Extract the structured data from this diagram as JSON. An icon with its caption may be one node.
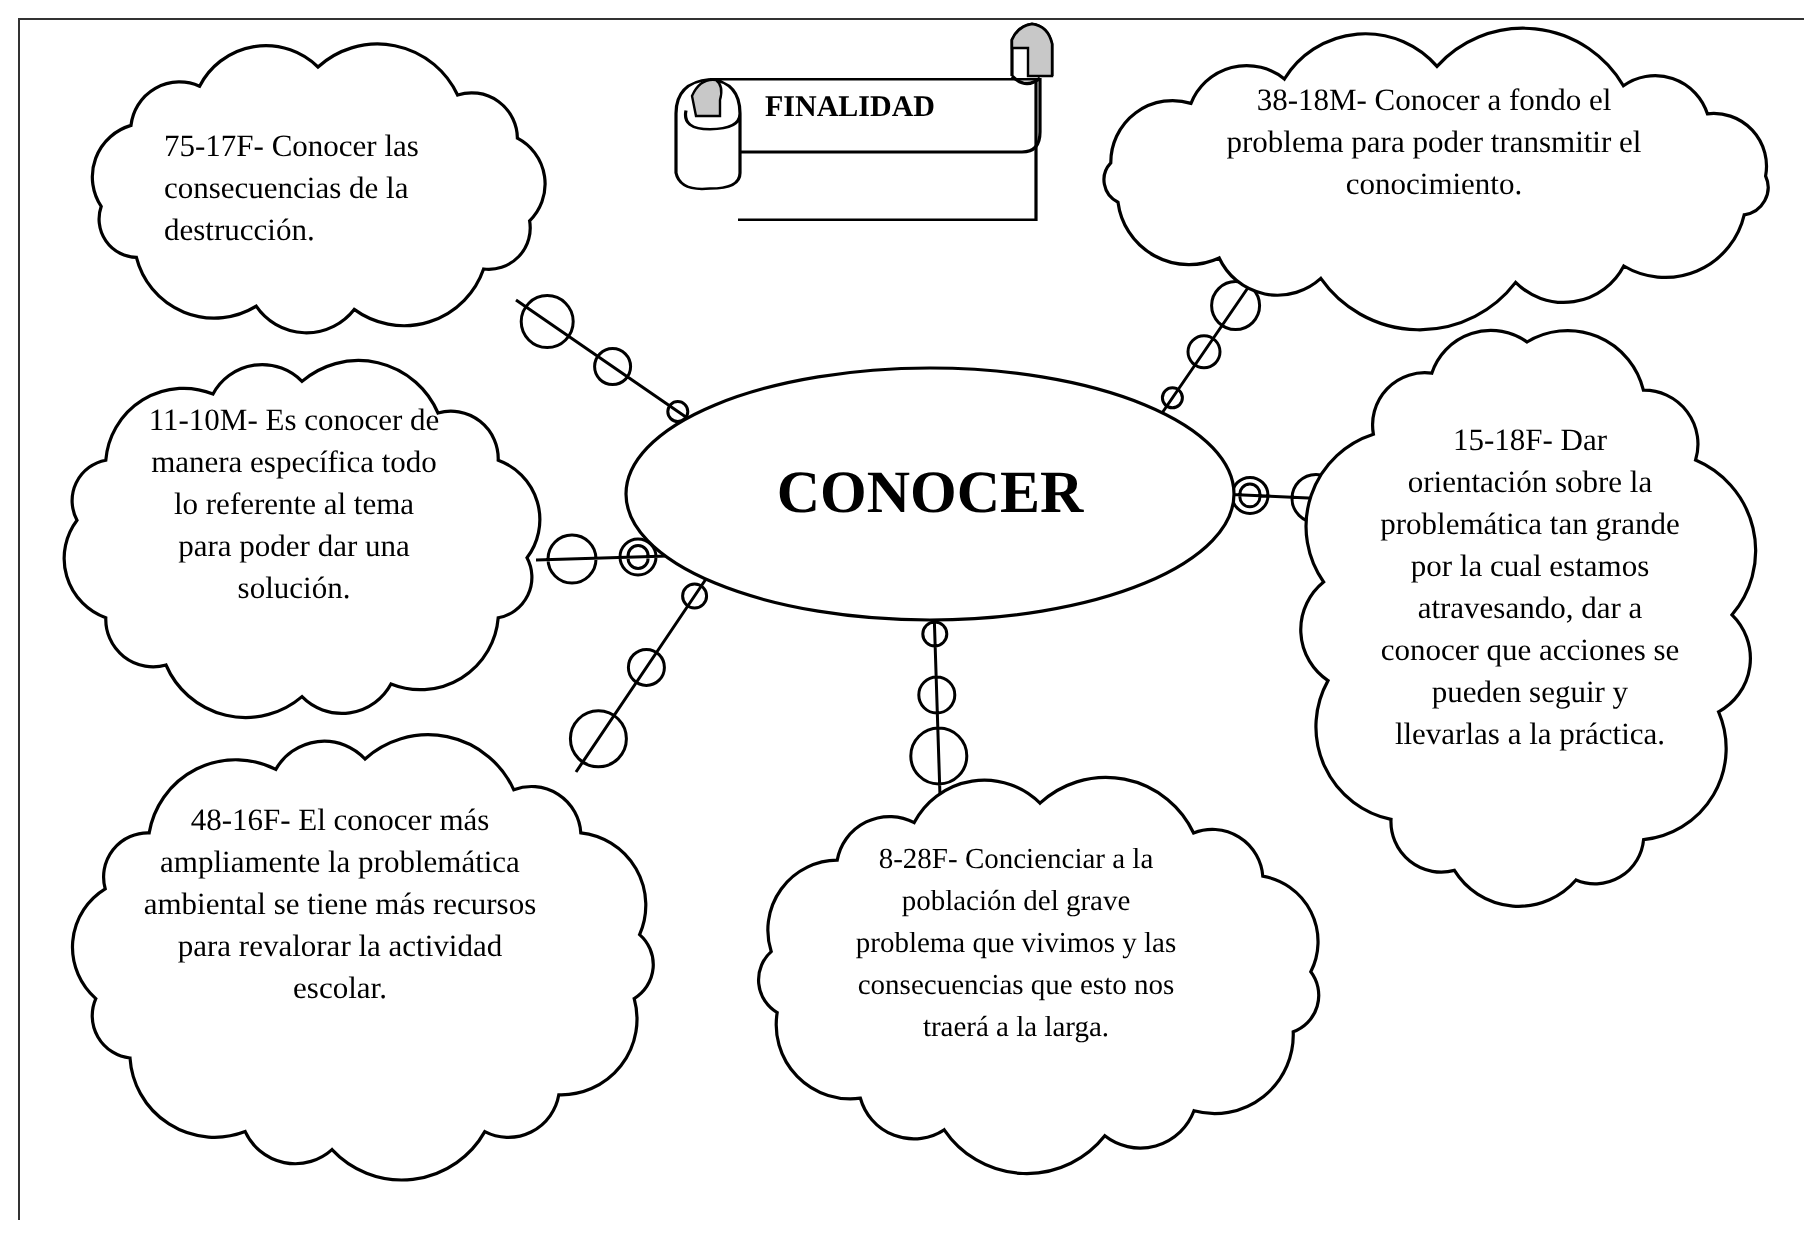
{
  "diagram": {
    "nodes": [
      {
        "text": [
          "75-17F- Conocer las consecuencias de la destrucción."
        ]
      },
      {
        "text": [
          "FINALIDAD"
        ]
      },
      {
        "text": [
          "38-18M- Conocer a fondo el problema para poder transmitir el conocimiento."
        ]
      },
      {
        "text": [
          "11-10M- Es conocer de manera específica todo lo referente al tema para poder dar una solución."
        ]
      },
      {
        "text": [
          "CONOCER"
        ]
      },
      {
        "text": [
          "15-18F- Dar orientación sobre la problemática tan grande por la cual estamos atravesando, dar a conocer que acciones se pueden seguir y llevarlas a la práctica."
        ]
      },
      {
        "text": [
          "48-16F- El conocer más ampliamente la problemática ambiental se tiene más recursos para revalorar la actividad escolar."
        ]
      },
      {
        "text": [
          "8-28F- Concienciar a la población del grave problema que vivimos y las consecuencias que esto nos traerá a la larga."
        ]
      }
    ],
    "edges": [
      {
        "from": 4,
        "to": 0,
        "arrow": "none"
      },
      {
        "from": 4,
        "to": 2,
        "arrow": "none"
      },
      {
        "from": 4,
        "to": 3,
        "arrow": "none"
      },
      {
        "from": 4,
        "to": 5,
        "arrow": "none"
      },
      {
        "from": 4,
        "to": 6,
        "arrow": "none"
      },
      {
        "from": 4,
        "to": 7,
        "arrow": "none"
      }
    ]
  }
}
